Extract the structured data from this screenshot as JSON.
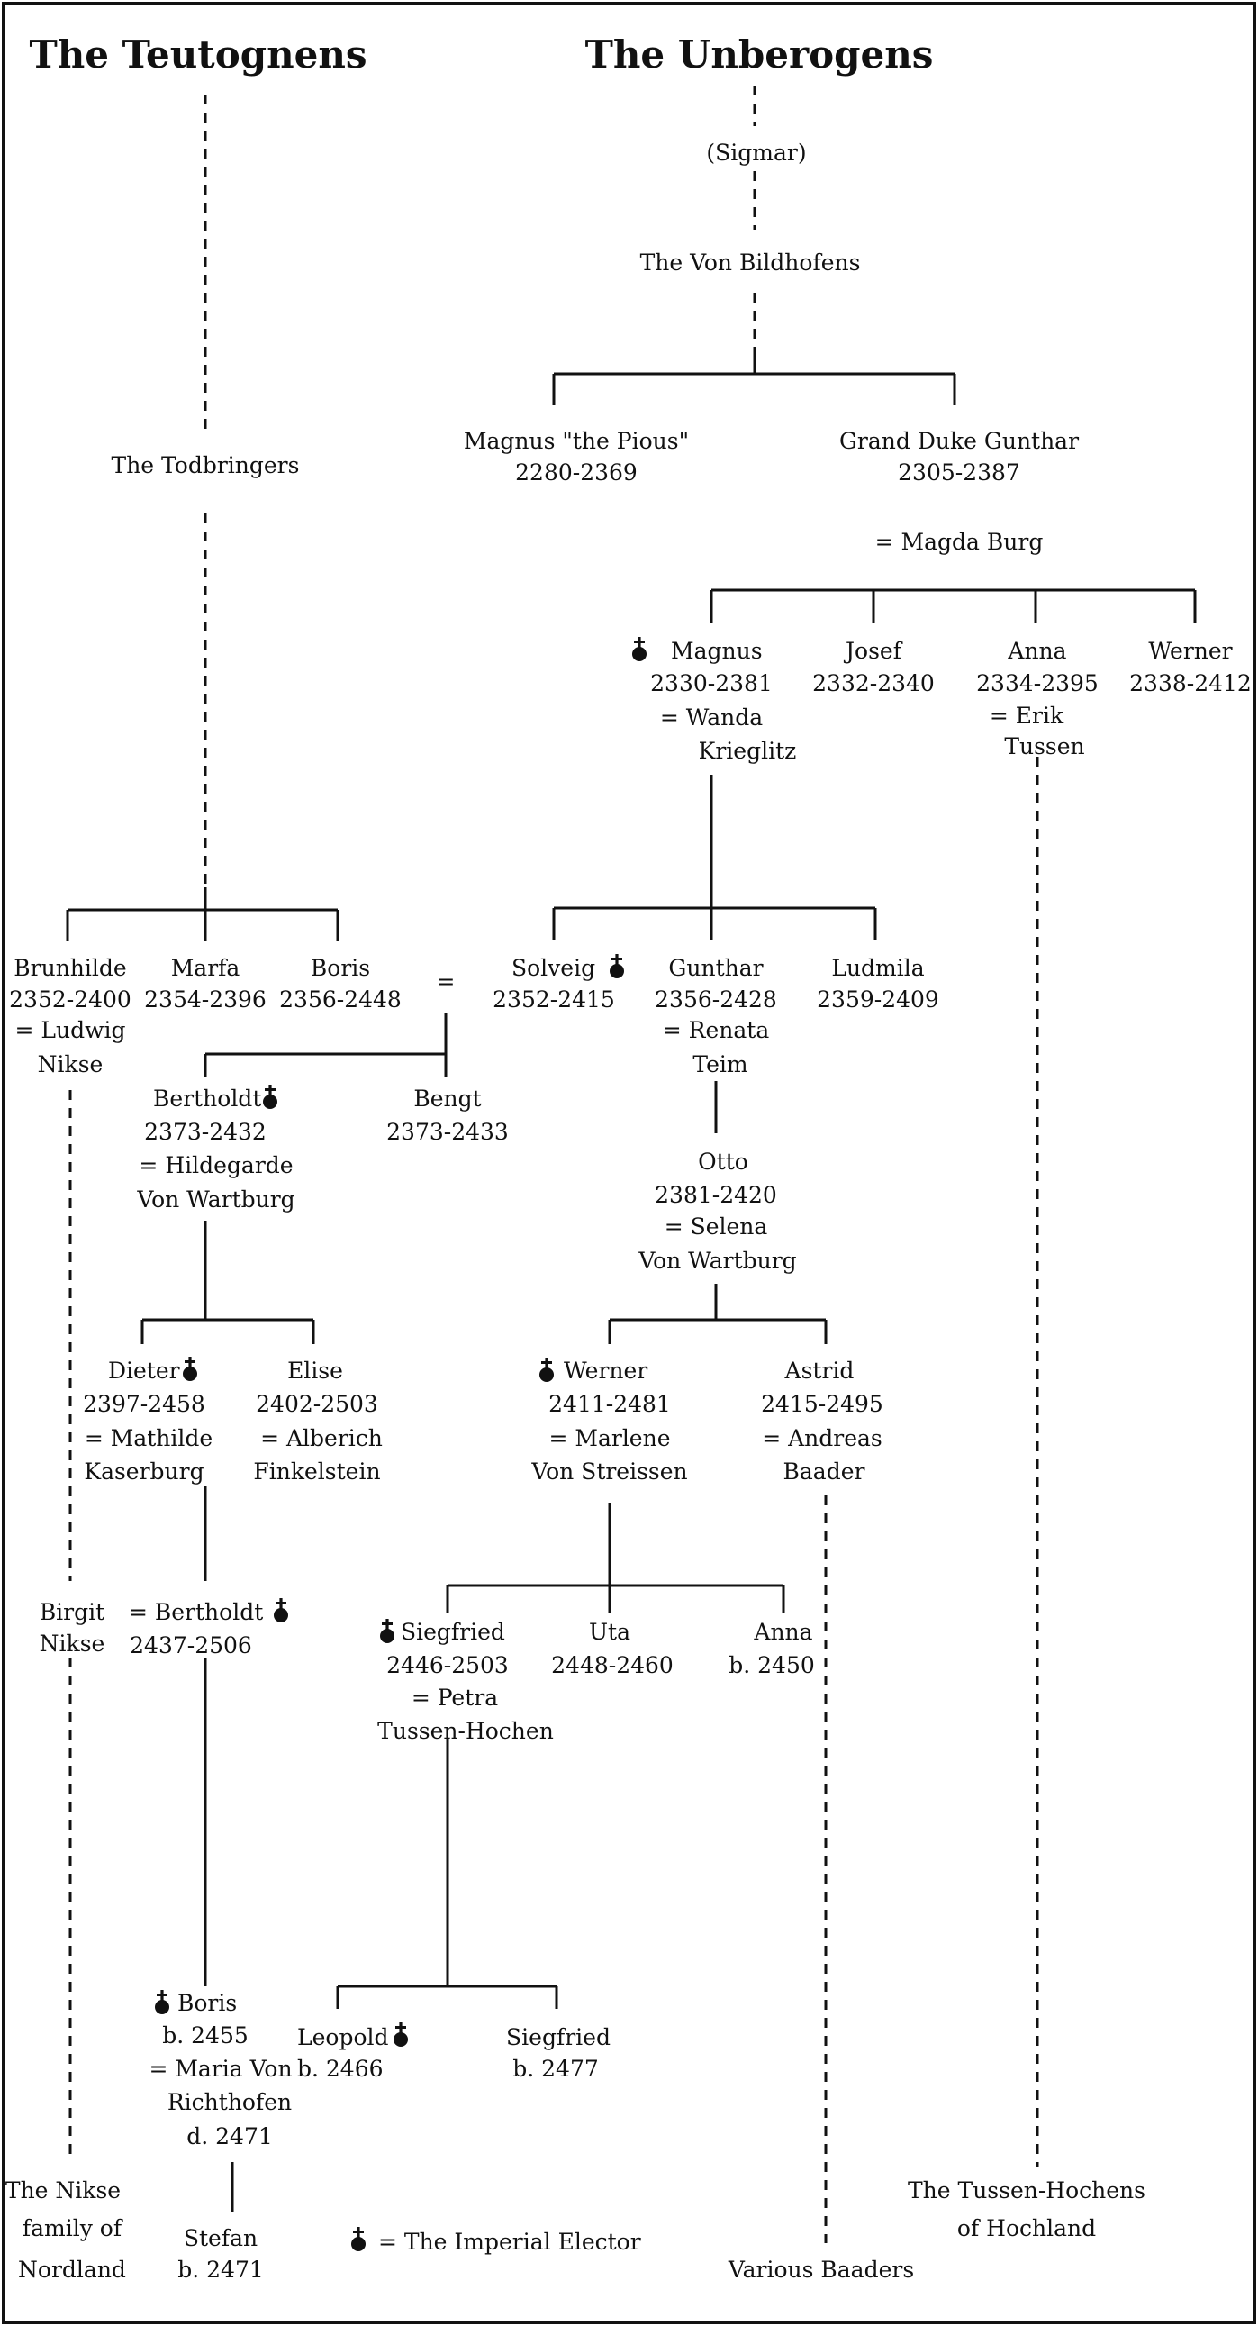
{
  "titles": {
    "teutognens": "The Teutognens",
    "unberogens": "The Unberogens"
  },
  "unberogens": {
    "sigmar": "(Sigmar)",
    "bildhofens": "The Von Bildhofens",
    "magnus_pious": {
      "name": "Magnus \"the Pious\"",
      "dates": "2280-2369"
    },
    "gunthar_gd": {
      "name": "Grand Duke Gunthar",
      "dates": "2305-2387"
    },
    "magda": "= Magda Burg",
    "magnus": {
      "name": "Magnus",
      "dates": "2330-2381",
      "spouse1": "= Wanda",
      "spouse2": "Krieglitz"
    },
    "josef": {
      "name": "Josef",
      "dates": "2332-2340"
    },
    "anna1": {
      "name": "Anna",
      "dates": "2334-2395",
      "spouse1": "= Erik",
      "spouse2": "Tussen"
    },
    "werner1": {
      "name": "Werner",
      "dates": "2338-2412"
    },
    "solveig": {
      "name": "Solveig",
      "dates": "2352-2415"
    },
    "gunthar2": {
      "name": "Gunthar",
      "dates": "2356-2428",
      "spouse1": "= Renata",
      "spouse2": "Teim"
    },
    "ludmila": {
      "name": "Ludmila",
      "dates": "2359-2409"
    },
    "otto": {
      "name": "Otto",
      "dates": "2381-2420",
      "spouse1": "= Selena",
      "spouse2": "Von Wartburg"
    },
    "werner2": {
      "name": "Werner",
      "dates": "2411-2481",
      "spouse1": "= Marlene",
      "spouse2": "Von Streissen"
    },
    "astrid": {
      "name": "Astrid",
      "dates": "2415-2495",
      "spouse1": "= Andreas",
      "spouse2": "Baader"
    },
    "siegfried": {
      "name": "Siegfried",
      "dates": "2446-2503",
      "spouse1": "= Petra",
      "spouse2": "Tussen-Hochen"
    },
    "uta": {
      "name": "Uta",
      "dates": "2448-2460"
    },
    "anna2": {
      "name": "Anna",
      "dates": "b. 2450"
    },
    "leopold": {
      "name": "Leopold",
      "dates": "b. 2466"
    },
    "siegfried2": {
      "name": "Siegfried",
      "dates": "b. 2477"
    },
    "tussen_hochens": {
      "line1": "The Tussen-Hochens",
      "line2": "of Hochland"
    },
    "baaders": "Various Baaders"
  },
  "teutognens": {
    "todbringers": "The Todbringers",
    "brunhilde": {
      "name": "Brunhilde",
      "dates": "2352-2400",
      "spouse1": "= Ludwig",
      "spouse2": "Nikse"
    },
    "marfa": {
      "name": "Marfa",
      "dates": "2354-2396"
    },
    "boris1": {
      "name": "Boris",
      "dates": "2356-2448"
    },
    "marriage_sign": "=",
    "bertholdt1": {
      "name": "Bertholdt",
      "dates": "2373-2432",
      "spouse1": "= Hildegarde",
      "spouse2": "Von Wartburg"
    },
    "bengt": {
      "name": "Bengt",
      "dates": "2373-2433"
    },
    "dieter": {
      "name": "Dieter",
      "dates": "2397-2458",
      "spouse1": "= Mathilde",
      "spouse2": "Kaserburg"
    },
    "elise": {
      "name": "Elise",
      "dates": "2402-2503",
      "spouse1": "= Alberich",
      "spouse2": "Finkelstein"
    },
    "birgit": {
      "line1": "Birgit",
      "line2": "Nikse"
    },
    "bertholdt2": {
      "name": "= Bertholdt",
      "dates": "2437-2506"
    },
    "boris2": {
      "name": "Boris",
      "dates": "b. 2455",
      "spouse1": "= Maria Von",
      "spouse2": "Richthofen",
      "spouse3": "d. 2471"
    },
    "stefan": {
      "name": "Stefan",
      "dates": "b. 2471"
    },
    "nikse_family": {
      "line1": "The Nikse",
      "line2": "family of",
      "line3": "Nordland"
    }
  },
  "legend": {
    "elector": "= The Imperial Elector"
  },
  "icons": {
    "elector": "orb-cross-icon"
  }
}
